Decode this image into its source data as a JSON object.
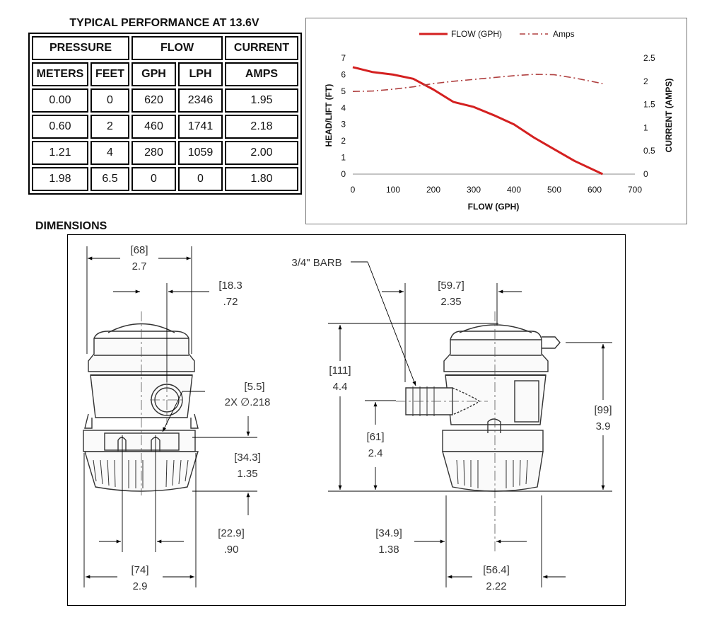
{
  "performance_table": {
    "title": "TYPICAL PERFORMANCE AT 13.6V",
    "group_headers": [
      "PRESSURE",
      "FLOW",
      "CURRENT"
    ],
    "column_headers": [
      "METERS",
      "FEET",
      "GPH",
      "LPH",
      "AMPS"
    ],
    "rows": [
      [
        "0.00",
        "0",
        "620",
        "2346",
        "1.95"
      ],
      [
        "0.60",
        "2",
        "460",
        "1741",
        "2.18"
      ],
      [
        "1.21",
        "4",
        "280",
        "1059",
        "2.00"
      ],
      [
        "1.98",
        "6.5",
        "0",
        "0",
        "1.80"
      ]
    ]
  },
  "chart_data": {
    "type": "line",
    "xlabel": "FLOW (GPH)",
    "ylabel": "HEAD/LIFT (FT)",
    "y2label": "CURRENT (AMPS)",
    "xlim": [
      0,
      700
    ],
    "ylim": [
      0,
      7
    ],
    "y2lim": [
      0,
      2.5
    ],
    "x_ticks": [
      "0",
      "100",
      "200",
      "300",
      "400",
      "500",
      "600",
      "700"
    ],
    "y_ticks": [
      "0",
      "1",
      "2",
      "3",
      "4",
      "5",
      "6",
      "7"
    ],
    "y2_ticks": [
      "0",
      "0.5",
      "1",
      "1.5",
      "2",
      "2.5"
    ],
    "grid": false,
    "legend_position": "top",
    "series": [
      {
        "name": "FLOW (GPH)",
        "axis": "left",
        "color": "#d42020",
        "style": "solid",
        "x": [
          0,
          50,
          100,
          150,
          200,
          250,
          300,
          350,
          400,
          450,
          500,
          550,
          620
        ],
        "y": [
          6.45,
          6.15,
          6.0,
          5.75,
          5.1,
          4.35,
          4.05,
          3.55,
          3.0,
          2.2,
          1.5,
          0.8,
          0
        ]
      },
      {
        "name": "Amps",
        "axis": "right",
        "color": "#b04040",
        "style": "dashdot",
        "x": [
          0,
          50,
          100,
          150,
          200,
          250,
          300,
          350,
          400,
          450,
          500,
          550,
          620
        ],
        "y": [
          1.78,
          1.79,
          1.83,
          1.88,
          1.95,
          2.0,
          2.04,
          2.08,
          2.12,
          2.15,
          2.14,
          2.07,
          1.95
        ]
      }
    ]
  },
  "dimensions": {
    "title": "DIMENSIONS",
    "front_view": {
      "width_top": {
        "mm": "[68]",
        "in": "2.7"
      },
      "outlet_offset": {
        "mm": "[18.3",
        "in": ".72"
      },
      "hole_dia": {
        "mm": "[5.5]",
        "in": "2X ∅.218"
      },
      "base_height": {
        "mm": "[34.3]",
        "in": "1.35"
      },
      "hole_spacing": {
        "mm": "[22.9]",
        "in": ".90"
      },
      "base_width": {
        "mm": "[74]",
        "in": "2.9"
      }
    },
    "side_view": {
      "barb_label": "3/4\" BARB",
      "top_offset": {
        "mm": "[59.7]",
        "in": "2.35"
      },
      "overall_height": {
        "mm": "[111]",
        "in": "4.4"
      },
      "barb_height": {
        "mm": "[61]",
        "in": "2.4"
      },
      "cap_height": {
        "mm": "[99]",
        "in": "3.9"
      },
      "barb_offset": {
        "mm": "[34.9]",
        "in": "1.38"
      },
      "base_depth": {
        "mm": "[56.4]",
        "in": "2.22"
      }
    }
  }
}
